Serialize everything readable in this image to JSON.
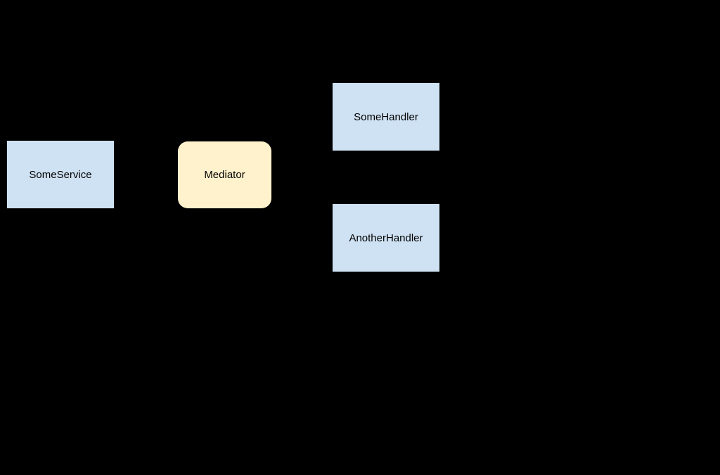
{
  "diagram": {
    "type": "flow-diagram",
    "background_color": "#000000",
    "text_color": "#000000",
    "nodes": [
      {
        "id": "some-service",
        "label": "SomeService",
        "shape": "rectangle",
        "fill": "#cfe2f3"
      },
      {
        "id": "mediator",
        "label": "Mediator",
        "shape": "rounded-rectangle",
        "fill": "#fff2cc"
      },
      {
        "id": "some-handler",
        "label": "SomeHandler",
        "shape": "rectangle",
        "fill": "#cfe2f3"
      },
      {
        "id": "another-handler",
        "label": "AnotherHandler",
        "shape": "rectangle",
        "fill": "#cfe2f3"
      }
    ]
  }
}
